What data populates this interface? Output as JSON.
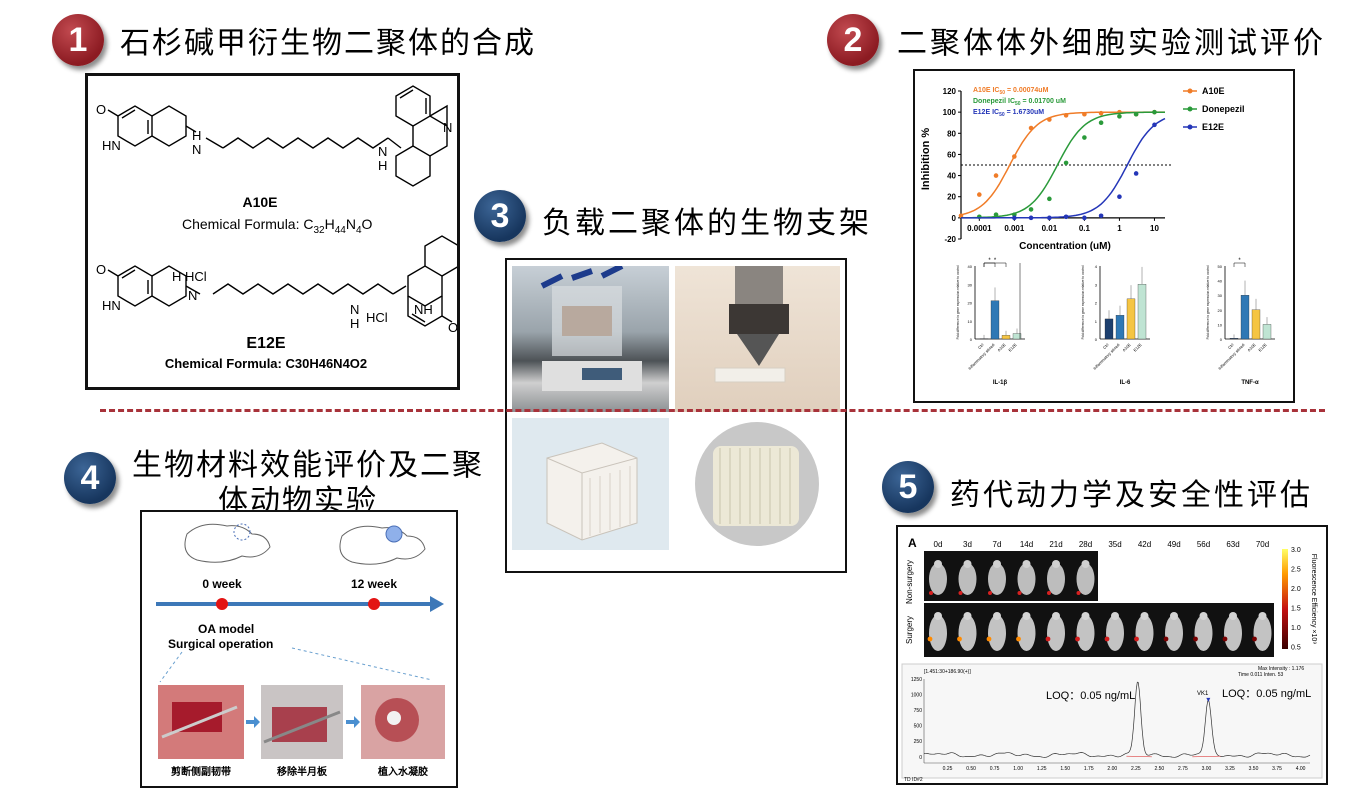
{
  "sections": [
    {
      "num": "1",
      "title": "石杉碱甲衍生物二聚体的合成",
      "color": "#8c1b22"
    },
    {
      "num": "2",
      "title": "二聚体体外细胞实验测试评价",
      "color": "#8c1b22"
    },
    {
      "num": "3",
      "title": "负载二聚体的生物支架",
      "color": "#17365e"
    },
    {
      "num": "4",
      "title_line1": "生物材料效能评价及二聚",
      "title_line2": "体动物实验",
      "color": "#17365e"
    },
    {
      "num": "5",
      "title": "药代动力学及安全性评估",
      "color": "#17365e"
    }
  ],
  "chem": {
    "a10e_name": "A10E",
    "a10e_formula_prefix": "Chemical Formula: C",
    "a10e_formula_sub": [
      "32",
      "44",
      "4"
    ],
    "a10e_formula_elems": [
      "H",
      "N",
      "O"
    ],
    "e12e_name": "E12E",
    "e12e_formula": "Chemical Formula: C30H46N4O2",
    "atoms": {
      "O": "O",
      "N": "N",
      "HN": "HN",
      "NH": "NH",
      "H": "H",
      "HCl": "HCl",
      "H_HCl": "H HCl"
    }
  },
  "ic50": {
    "legend_lines": [
      {
        "text": "A10E IC",
        "sub": "50",
        "rest": " = 0.00074uM",
        "color": "#f07c28"
      },
      {
        "text": "Donepezil IC",
        "sub": "50",
        "rest": " = 0.01700 uM",
        "color": "#2a9a3a"
      },
      {
        "text": "E12E IC",
        "sub": "50",
        "rest": " = 1.6730uM",
        "color": "#2436b8"
      }
    ],
    "series_legend": [
      "A10E",
      "Donepezil",
      "E12E"
    ],
    "ylabel": "Inhibition %",
    "xlabel": "Concentration (uM)",
    "yticks": [
      "120",
      "100",
      "80",
      "60",
      "40",
      "20",
      "0",
      "-20"
    ],
    "xticks": [
      "0.0001",
      "0.001",
      "0.01",
      "0.1",
      "1",
      "10"
    ]
  },
  "chart_data": [
    {
      "type": "scatter",
      "title": "",
      "xlabel": "Concentration (uM)",
      "ylabel": "Inhibition %",
      "xscale": "log",
      "xlim": [
        3e-05,
        20
      ],
      "ylim": [
        -20,
        120
      ],
      "reference_line_y": 50,
      "series": [
        {
          "name": "A10E",
          "color": "#f07c28",
          "ic50": 0.00074,
          "x": [
            3e-05,
            0.0001,
            0.0003,
            0.001,
            0.003,
            0.01,
            0.03,
            0.1,
            0.3,
            1,
            3,
            10
          ],
          "y": [
            2,
            22,
            40,
            58,
            85,
            93,
            97,
            98,
            99,
            100,
            98,
            100
          ]
        },
        {
          "name": "Donepezil",
          "color": "#2a9a3a",
          "ic50": 0.017,
          "x": [
            0.0001,
            0.0003,
            0.001,
            0.003,
            0.01,
            0.03,
            0.1,
            0.3,
            1,
            3,
            10
          ],
          "y": [
            1,
            3,
            3,
            8,
            18,
            52,
            76,
            90,
            96,
            98,
            100
          ]
        },
        {
          "name": "E12E",
          "color": "#2436b8",
          "ic50": 1.673,
          "x": [
            0.001,
            0.003,
            0.01,
            0.03,
            0.1,
            0.3,
            1,
            3,
            10
          ],
          "y": [
            0,
            0,
            0,
            1,
            0,
            2,
            20,
            42,
            88
          ]
        }
      ]
    },
    {
      "type": "bar",
      "title": "IL-1β",
      "categories": [
        "Ctrl",
        "Inflammatory stimuli",
        "A10E",
        "E12E"
      ],
      "values": [
        0.2,
        21,
        2,
        3
      ],
      "ylim": [
        0,
        40
      ],
      "yticks": [
        "0",
        "10",
        "20",
        "30",
        "40"
      ],
      "colors": [
        "#1d3f6e",
        "#2f78b5",
        "#f5c543",
        "#bfe4d3"
      ],
      "ylabel": "Fold difference in gene expression relative to control",
      "significance": [
        "*",
        "*"
      ]
    },
    {
      "type": "bar",
      "title": "IL-6",
      "categories": [
        "Ctrl",
        "Inflammatory stimuli",
        "A10E",
        "E12E"
      ],
      "values": [
        1.1,
        1.3,
        2.2,
        3.0
      ],
      "ylim": [
        0,
        4
      ],
      "yticks": [
        "0",
        "1",
        "2",
        "3",
        "4"
      ],
      "colors": [
        "#1d3f6e",
        "#2f78b5",
        "#f5c543",
        "#bfe4d3"
      ],
      "ylabel": "Fold difference in gene expression relative to control"
    },
    {
      "type": "bar",
      "title": "TNF-α",
      "categories": [
        "Ctrl",
        "Inflammatory stimuli",
        "A10E",
        "E12E"
      ],
      "values": [
        0.5,
        30,
        20,
        10
      ],
      "ylim": [
        0,
        50
      ],
      "yticks": [
        "0",
        "10",
        "20",
        "30",
        "40",
        "50"
      ],
      "colors": [
        "#1d3f6e",
        "#2f78b5",
        "#f5c543",
        "#bfe4d3"
      ],
      "ylabel": "Fold difference in gene expression relative to control",
      "significance": [
        "*"
      ]
    },
    {
      "type": "line",
      "title": "",
      "xlabel": "",
      "ylabel": "",
      "xlim": [
        0,
        4.1
      ],
      "ylim": [
        -100,
        1250
      ],
      "xticks": [
        "0.25",
        "0.50",
        "0.75",
        "1.00",
        "1.25",
        "1.50",
        "1.75",
        "2.00",
        "2.25",
        "2.50",
        "2.75",
        "3.00",
        "3.25",
        "3.50",
        "3.75",
        "4.00"
      ],
      "yticks": [
        "1250",
        "1000",
        "750",
        "500",
        "250",
        "0"
      ],
      "peaks": [
        {
          "x": 2.27,
          "y": 1150,
          "label": "LOQ：0.05 ng/mL"
        },
        {
          "x": 3.02,
          "y": 850,
          "label": "LOQ：0.05 ng/mL",
          "name": "VK1"
        }
      ]
    }
  ],
  "animal": {
    "week0": "0 week",
    "week12": "12 week",
    "model_line1": "OA model",
    "model_line2": "Surgical operation",
    "steps": [
      "剪断侧副韧带",
      "移除半月板",
      "植入水凝胶"
    ]
  },
  "imaging": {
    "panel_label": "A",
    "days": [
      "0d",
      "3d",
      "7d",
      "14d",
      "21d",
      "28d",
      "35d",
      "42d",
      "49d",
      "56d",
      "63d",
      "70d"
    ],
    "row_labels": [
      "Non-surgery",
      "Surgery"
    ],
    "colorbar_ticks": [
      "3.0",
      "2.5",
      "2.0",
      "1.5",
      "1.0",
      "0.5"
    ],
    "colorbar_label": "Fluorescence Efficiency ×10⁹",
    "chrom_header": "[1.451:30+186.90(+)]",
    "chrom_right": "Max Intensity : 1.176",
    "chrom_time": "Time   0.011   Inten.   53",
    "footer": "TD ID#2",
    "vk1": "VK1"
  }
}
